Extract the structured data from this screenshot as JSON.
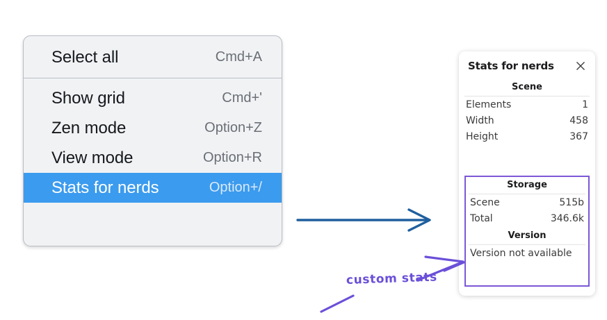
{
  "context_menu": {
    "name": "canvas-context-menu",
    "groups": [
      {
        "items": [
          {
            "label": "Select all",
            "shortcut": "Cmd+A",
            "selected": false
          }
        ]
      },
      {
        "items": [
          {
            "label": "Show grid",
            "shortcut": "Cmd+'",
            "selected": false
          },
          {
            "label": "Zen mode",
            "shortcut": "Option+Z",
            "selected": false
          },
          {
            "label": "View mode",
            "shortcut": "Option+R",
            "selected": false
          },
          {
            "label": "Stats for nerds",
            "shortcut": "Option+/",
            "selected": true
          }
        ]
      }
    ],
    "highlight_color": "#3b9bee",
    "background_color": "#f1f2f4"
  },
  "stats_panel": {
    "title": "Stats for nerds",
    "close_icon": "close-icon",
    "sections": [
      {
        "heading": "Scene",
        "rows": [
          {
            "key": "Elements",
            "value": "1"
          },
          {
            "key": "Width",
            "value": "458"
          },
          {
            "key": "Height",
            "value": "367"
          }
        ]
      },
      {
        "heading": "Storage",
        "rows": [
          {
            "key": "Scene",
            "value": "515b"
          },
          {
            "key": "Total",
            "value": "346.6k"
          }
        ]
      },
      {
        "heading": "Version",
        "note": "Version not available"
      }
    ],
    "highlight_box_color": "#7b57d6"
  },
  "annotations": {
    "custom_stats_label": "custom stats",
    "annotation_color": "#6b4fd8",
    "flow_arrow_color": "#1f5f9e"
  }
}
